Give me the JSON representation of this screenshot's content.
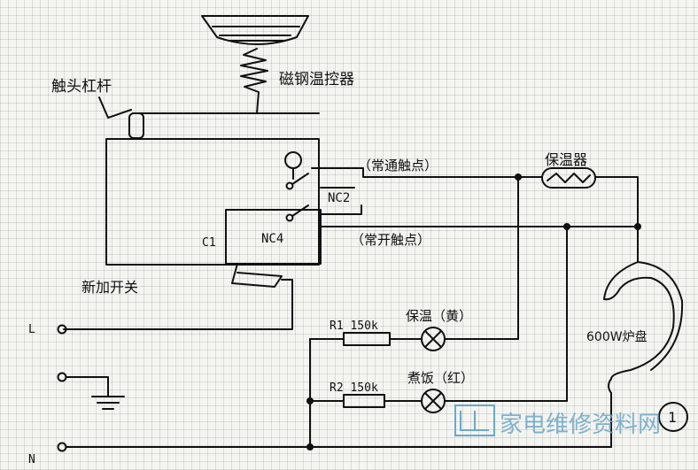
{
  "labels": {
    "contact_lever": "触头杠杆",
    "magnetic_thermostat": "磁钢温控器",
    "nc_contact": "（常通触点）",
    "thermal_keeper": "保温器",
    "nc2": "NC2",
    "nc4": "NC4",
    "c1": "C1",
    "no_contact": "（常开触点）",
    "new_switch": "新加开关",
    "terminal_l": "L",
    "terminal_n": "N",
    "r1": "R1  150k",
    "r2": "R2  150k",
    "lamp_keep_warm": "保温（黄）",
    "lamp_cooking": "煮饭（红）",
    "heater_plate": "600W炉盘",
    "figure_number": "1",
    "watermark": "家电维修资料网"
  },
  "colors": {
    "ink": "#111111",
    "watermark": "#6aa8c8"
  }
}
